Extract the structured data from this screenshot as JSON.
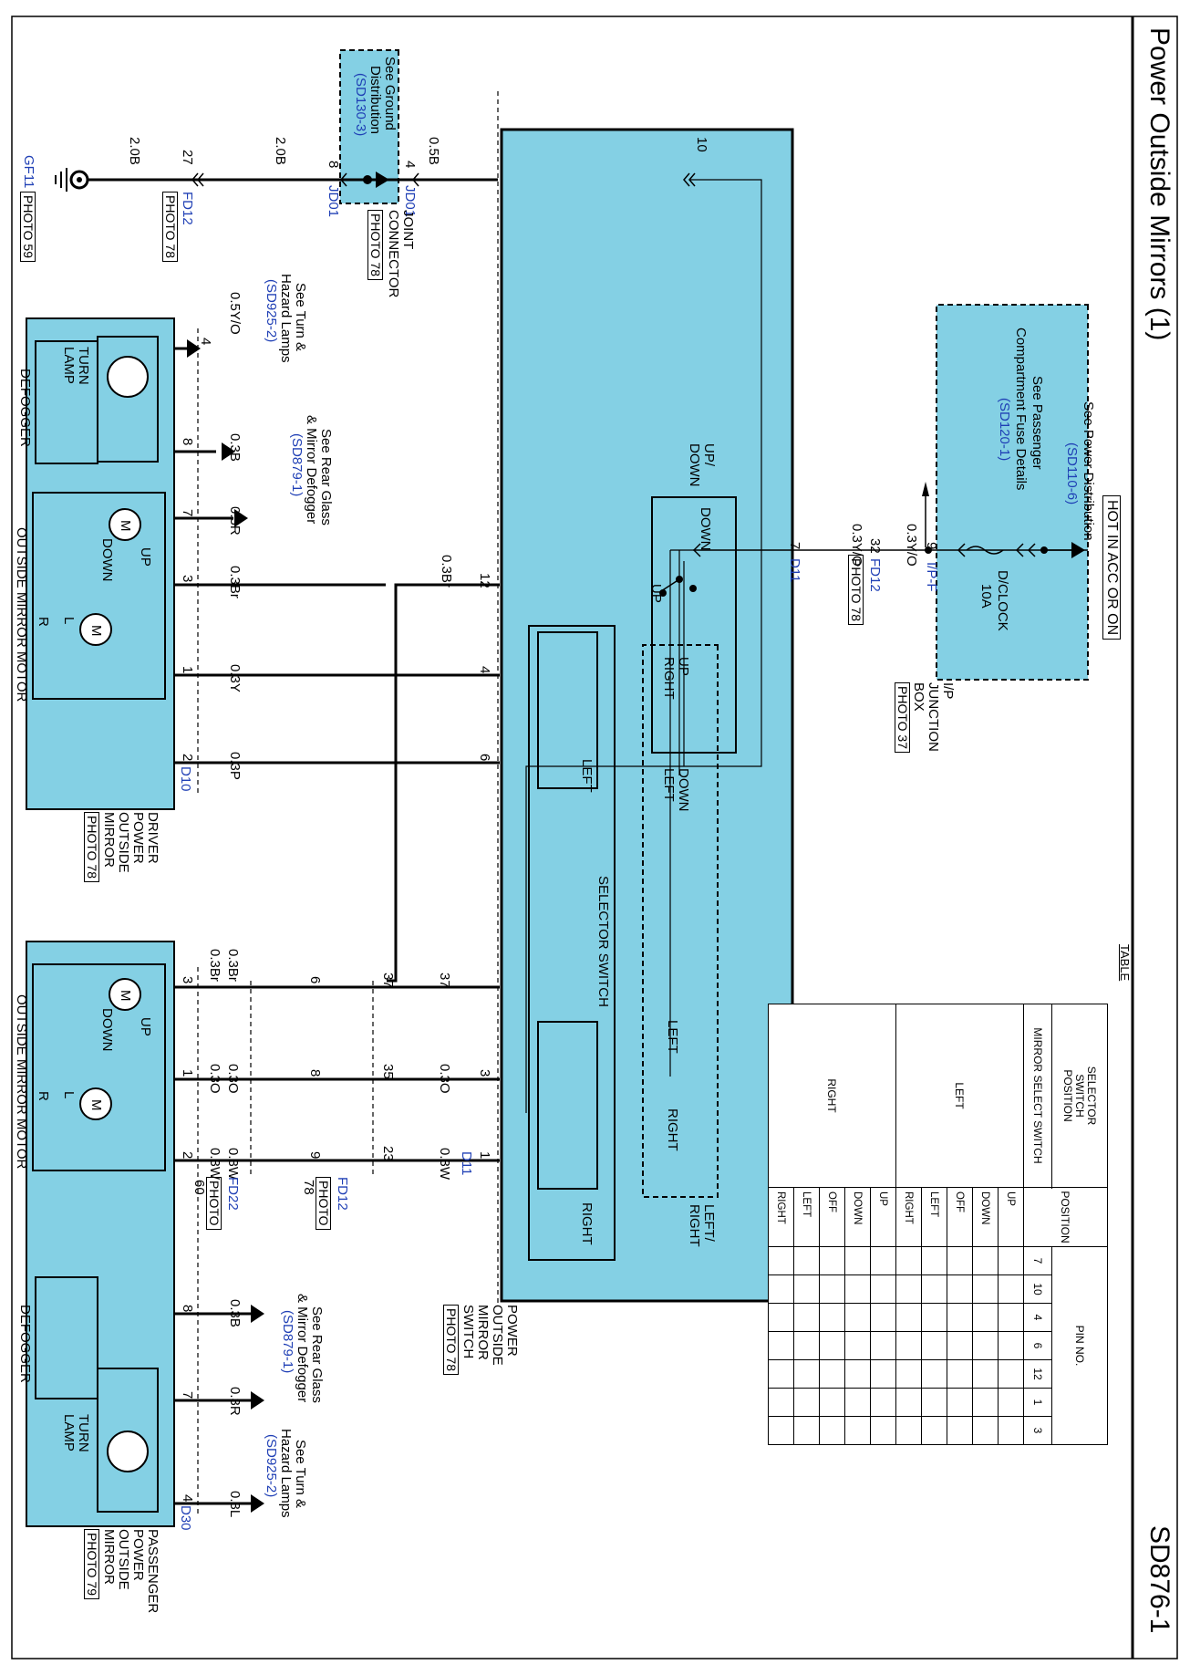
{
  "page": {
    "title": "Power Outside Mirrors (1)",
    "code": "SD876-1"
  },
  "ip_junction_box": {
    "hot_label": "HOT IN ACC OR ON",
    "see_power": "See Power Distribution",
    "see_power_ref": "(SD110-6)",
    "see_passenger": [
      "See Passenger",
      "Compartment Fuse Details"
    ],
    "see_passenger_ref": "(SD120-1)",
    "fuse_name": "D/CLOCK",
    "fuse_rating": "10A",
    "name_lines": [
      "I/P",
      "JUNCTION",
      "BOX"
    ],
    "photo": "PHOTO 37",
    "connector": "I/P-F",
    "pin": "9",
    "wire": "0.3Y/O"
  },
  "ground_distribution": {
    "lines": [
      "See Ground",
      "Distribution"
    ],
    "ref": "(SD130-3)"
  },
  "joint_connector": {
    "name": "JD01",
    "lines": [
      "JOINT",
      "CONNECTOR"
    ],
    "photo": "PHOTO 78",
    "pin_in": "4",
    "pin_out": "8",
    "wire_in": "0.5B",
    "wire_out": "2.0B"
  },
  "ground": {
    "name": "GF11",
    "photo": "PHOTO 59",
    "wire": "2.0B"
  },
  "fd12_ground": {
    "name": "FD12",
    "pin": "27",
    "photo": "PHOTO 78"
  },
  "fd12_power": {
    "name": "FD12",
    "pin": "32",
    "photo": "PHOTO 78",
    "wire": "0.3Y/O"
  },
  "switch": {
    "connector": "D11",
    "feed_pin": "7",
    "ground_pin": "10",
    "name_lines": [
      "POWER",
      "OUTSIDE",
      "MIRROR",
      "SWITCH"
    ],
    "photo": "PHOTO 78",
    "updown_label": [
      "UP/",
      "DOWN"
    ],
    "down": "DOWN",
    "up": "UP",
    "up_right": [
      "UP",
      "RIGHT"
    ],
    "down_left": [
      "DOWN",
      "LEFT"
    ],
    "leftright_label": [
      "LEFT/",
      "RIGHT"
    ],
    "left": "LEFT",
    "right": "RIGHT",
    "selector_label": "SELECTOR SWITCH",
    "sel_left": "LEFT",
    "sel_right": "RIGHT",
    "pins": {
      "p12": "12",
      "p4": "4",
      "p6": "6",
      "p37": "37",
      "p3": "3",
      "p1": "1"
    },
    "wire_12": "0.3Br"
  },
  "driver_mirror": {
    "connector": "D10",
    "name_lines": [
      "DRIVER",
      "POWER",
      "OUTSIDE",
      "MIRROR"
    ],
    "photo": "PHOTO 78",
    "turn_lamp": [
      "TURN",
      "LAMP"
    ],
    "defogger": "DEFOGGER",
    "motor_label": "OUTSIDE MIRROR MOTOR",
    "motor_up": "UP",
    "motor_down": "DOWN",
    "motor_l": "L",
    "motor_r": "R",
    "motor_m": "M",
    "turn_ref_lines": [
      "See Turn &",
      "Hazard Lamps"
    ],
    "turn_ref": "(SD925-2)",
    "defog_ref_lines": [
      "See Rear Glass",
      "& Mirror Defogger"
    ],
    "defog_ref": "(SD879-1)",
    "pins": [
      {
        "pin": "4",
        "wire": "0.5Y/O"
      },
      {
        "pin": "8",
        "wire": "0.3B"
      },
      {
        "pin": "7",
        "wire": "0.3R"
      },
      {
        "pin": "3",
        "wire": "0.3Br"
      },
      {
        "pin": "1",
        "wire": "0.3Y"
      },
      {
        "pin": "2",
        "wire": "0.3P"
      }
    ]
  },
  "passenger_mirror": {
    "connector": "D30",
    "name_lines": [
      "PASSENGER",
      "POWER",
      "OUTSIDE",
      "MIRROR"
    ],
    "photo": "PHOTO 79",
    "turn_lamp": [
      "TURN",
      "LAMP"
    ],
    "defogger": "DEFOGGER",
    "motor_label": "OUTSIDE MIRROR MOTOR",
    "motor_up": "UP",
    "motor_down": "DOWN",
    "motor_l": "L",
    "motor_r": "R",
    "motor_m": "M",
    "turn_ref_lines": [
      "See Turn &",
      "Hazard Lamps"
    ],
    "turn_ref": "(SD925-2)",
    "defog_ref_lines": [
      "See Rear Glass",
      "& Mirror Defogger"
    ],
    "defog_ref": "(SD879-1)",
    "pins": [
      {
        "pin": "3",
        "wire": "0.3Br"
      },
      {
        "pin": "1",
        "wire": "0.3O"
      },
      {
        "pin": "2",
        "wire": "0.3W"
      },
      {
        "pin": "8",
        "wire": "0.3B"
      },
      {
        "pin": "7",
        "wire": "0.3R"
      },
      {
        "pin": "4",
        "wire": "0.3L"
      }
    ]
  },
  "fd22": {
    "name": "FD22",
    "photo": [
      "PHOTO",
      "60"
    ],
    "pins": [
      "6",
      "8",
      "9"
    ],
    "wires": [
      "0.3Br",
      "0.3O",
      "0.3W"
    ]
  },
  "fd12_mid": {
    "name": "FD12",
    "photo": [
      "PHOTO",
      "78"
    ],
    "pins": [
      "37",
      "35",
      "23"
    ],
    "wires": [
      "0.3O",
      "0.3W"
    ]
  },
  "table": {
    "caption": "TABLE",
    "col_selector": [
      "SELECTOR",
      "SWITCH",
      "POSITION"
    ],
    "col_position": "POSITION",
    "col_pin": "PIN NO.",
    "pins": [
      "7",
      "10",
      "4",
      "6",
      "12",
      "1",
      "3"
    ],
    "group_label": [
      "MIRROR",
      "SELECT",
      "SWITCH"
    ],
    "groups": [
      "LEFT",
      "RIGHT"
    ],
    "positions": [
      "UP",
      "DOWN",
      "OFF",
      "LEFT",
      "RIGHT"
    ]
  }
}
